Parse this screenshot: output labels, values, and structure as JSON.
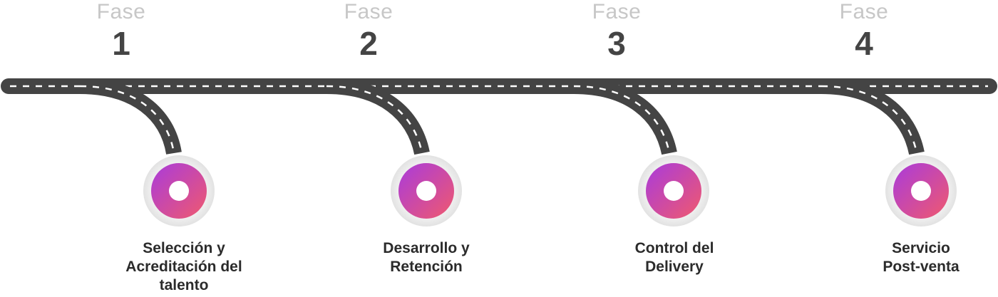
{
  "phases": [
    {
      "label": "Fase",
      "number": "1",
      "title_lines": [
        "Selección y",
        "Acreditación del",
        "talento"
      ]
    },
    {
      "label": "Fase",
      "number": "2",
      "title_lines": [
        "Desarrollo y",
        "Retención"
      ]
    },
    {
      "label": "Fase",
      "number": "3",
      "title_lines": [
        "Control del",
        "Delivery"
      ]
    },
    {
      "label": "Fase",
      "number": "4",
      "title_lines": [
        "Servicio",
        "Post-venta"
      ]
    }
  ],
  "colors": {
    "road": "#444444",
    "lane_marking": "#ffffff",
    "node_gradient_start": "#a93bdc",
    "node_gradient_end": "#f0596e",
    "node_halo": "#ececec",
    "phase_label": "#c7c7c7",
    "phase_number": "#444444"
  }
}
